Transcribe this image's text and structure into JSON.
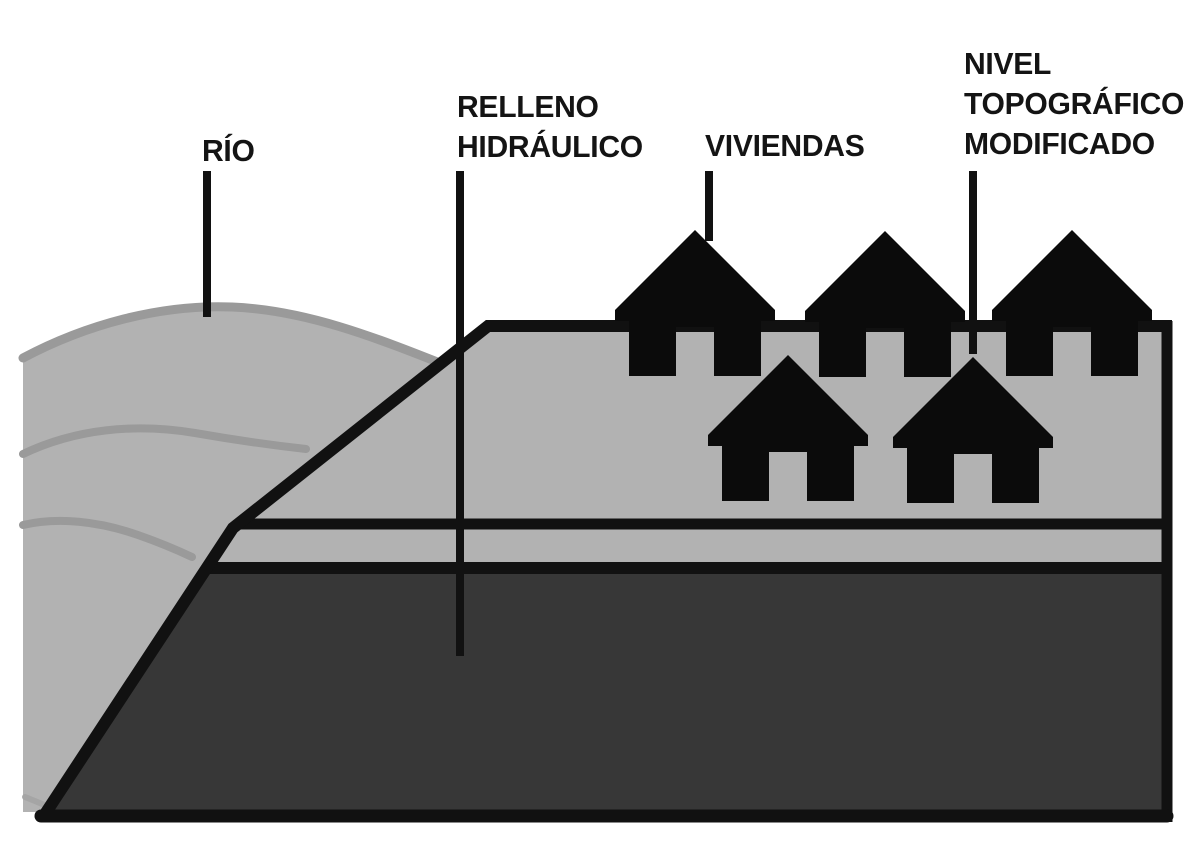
{
  "diagram": {
    "description": "Cross-section schematic of a river bank with a hydraulic fill platform, housing built on top, and a modified topographic level",
    "language": "es",
    "labels": {
      "rio": "RÍO",
      "relleno_line1": "RELLENO",
      "relleno_line2": "HIDRÁULICO",
      "viviendas": "VIVIENDAS",
      "nivel_line1": "NIVEL",
      "nivel_line2": "TOPOGRÁFICO",
      "nivel_line3": "MODIFICADO"
    },
    "features": {
      "river_bank": {
        "label_ref": "rio",
        "color": "#b2b2b2",
        "outline_color": "#9a9a9a",
        "waves": 3
      },
      "hydraulic_fill": {
        "label_ref": "relleno_line1 relleno_line2",
        "upper_layer_color": "#b2b2b2",
        "thin_band_color": "#b2b2b2",
        "substrate_color": "#373737"
      },
      "housing": {
        "label_ref": "viviendas",
        "house_count": 5,
        "back_row": 3,
        "front_row": 2,
        "color": "#0b0b0b"
      },
      "modified_topographic_level": {
        "label_ref": "nivel_line1 nivel_line2 nivel_line3",
        "border_color": "#111111"
      }
    },
    "colors": {
      "background": "#ffffff",
      "land_gray": "#b2b2b2",
      "wave_gray": "#9a9a9a",
      "substrate_dark": "#373737",
      "line_black": "#111111",
      "house_black": "#0b0b0b",
      "text_black": "#141414"
    }
  }
}
